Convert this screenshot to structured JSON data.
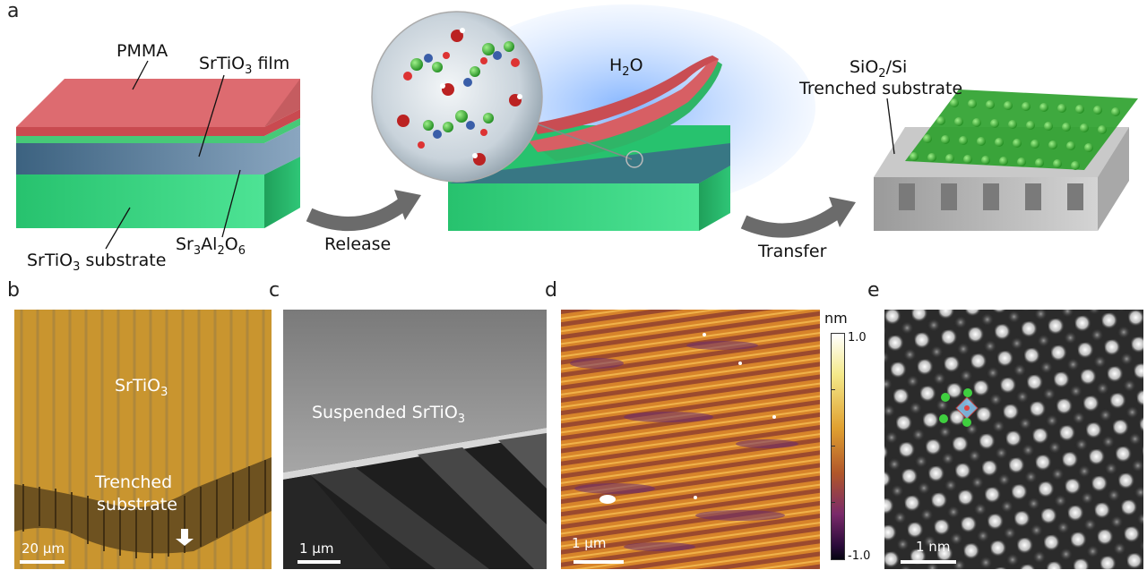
{
  "panel_letters": {
    "a": "a",
    "b": "b",
    "c": "c",
    "d": "d",
    "e": "e"
  },
  "panel_a": {
    "pmma": "PMMA",
    "sto_film": "SrTiO",
    "sto_film_sub": "3",
    "sto_film_tail": " film",
    "sao": "Sr",
    "sao_sub1": "3",
    "sao_mid": "Al",
    "sao_sub2": "2",
    "sao_mid2": "O",
    "sao_sub3": "6",
    "sto_substrate": "SrTiO",
    "sto_substrate_sub": "3",
    "sto_substrate_tail": " substrate",
    "release": "Release",
    "h2o": "H",
    "h2o_sub": "2",
    "h2o_tail": "O",
    "transfer": "Transfer",
    "sio2": "SiO",
    "sio2_sub": "2",
    "sio2_tail": "/Si",
    "trenched": "Trenched substrate"
  },
  "panel_b": {
    "srtio": "SrTiO",
    "srtio_sub": "3",
    "trenched_line1": "Trenched",
    "trenched_line2": "substrate",
    "scale": "20 μm"
  },
  "panel_c": {
    "suspended": "Suspended SrTiO",
    "suspended_sub": "3",
    "scale": "1 μm"
  },
  "panel_d": {
    "unit": "nm",
    "max": "1.0",
    "min": "-1.0",
    "scale": "1 μm",
    "colorbar_stops": [
      "#ffffff",
      "#f4e98a",
      "#e0a030",
      "#b0562a",
      "#7a2a6a",
      "#2a0b3a",
      "#050510"
    ]
  },
  "panel_e": {
    "scale": "1 nm"
  },
  "colors": {
    "pmma_red": "#d9595e",
    "film_green": "#3fbf6b",
    "sao_blue": "#5a7d9a",
    "substrate_green": "#3ddc84",
    "arrow_gray": "#6b6b6b",
    "afm_orange": "#d98a2a",
    "sem_gray": "#8a8a8a"
  }
}
